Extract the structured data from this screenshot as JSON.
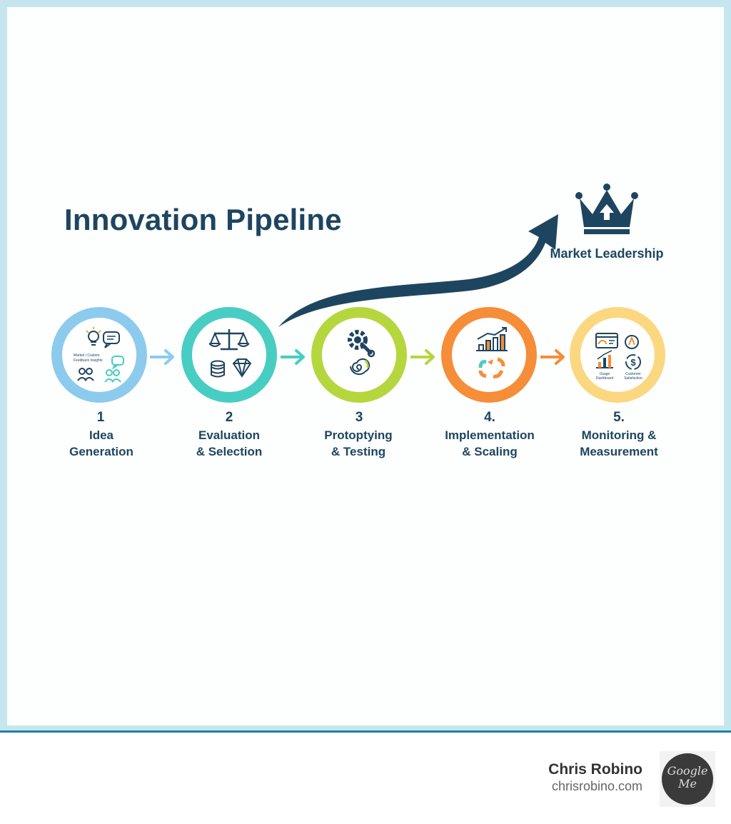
{
  "diagram": {
    "title": "Innovation Pipeline",
    "goal": {
      "label": "Market Leadership",
      "icon": "crown-up-arrow-icon"
    },
    "colors": {
      "title": "#1e4560",
      "frame": "#c6e6ef",
      "divider": "#1f7fa0"
    },
    "steps": [
      {
        "number": "1",
        "lines": [
          "Idea",
          "Generation"
        ],
        "color": "#8ccbee",
        "icons": [
          "lightbulb-icon",
          "speech-bubble-icon",
          "people-group-icon"
        ],
        "icon_text": [
          "Market | Custom",
          "Feedback Insights"
        ]
      },
      {
        "number": "2",
        "lines": [
          "Evaluation",
          "& Selection"
        ],
        "color": "#48cdc3",
        "icons": [
          "balance-scale-icon",
          "coin-stack-icon",
          "diamond-icon"
        ]
      },
      {
        "number": "3",
        "lines": [
          "Protoptying",
          "& Testing"
        ],
        "color": "#b6d63e",
        "icons": [
          "gear-wrench-icon",
          "spiral-icon"
        ]
      },
      {
        "number": "4.",
        "lines": [
          "Implementation",
          "& Scaling"
        ],
        "color": "#f68d38",
        "icons": [
          "growth-chart-icon",
          "cycle-arrows-icon"
        ]
      },
      {
        "number": "5.",
        "lines": [
          "Monitoring &",
          "Measurement"
        ],
        "color": "#fbd77f",
        "icons": [
          "dashboard-icon",
          "bar-chart-icon",
          "dollar-cycle-icon"
        ],
        "icon_text": [
          "Usage",
          "Dashboard",
          "Customer",
          "Satisfaction"
        ]
      }
    ]
  },
  "footer": {
    "author": "Chris Robino",
    "site": "chrisrobino.com",
    "badge_text": [
      "Google",
      "Me"
    ]
  }
}
